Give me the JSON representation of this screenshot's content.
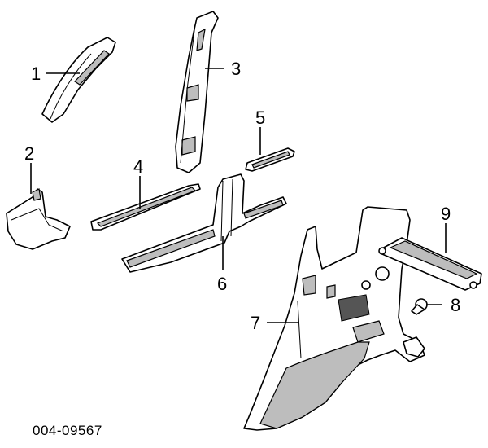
{
  "callouts": [
    "1",
    "2",
    "3",
    "4",
    "5",
    "6",
    "7",
    "8",
    "9"
  ],
  "figure_code": "004-09567"
}
